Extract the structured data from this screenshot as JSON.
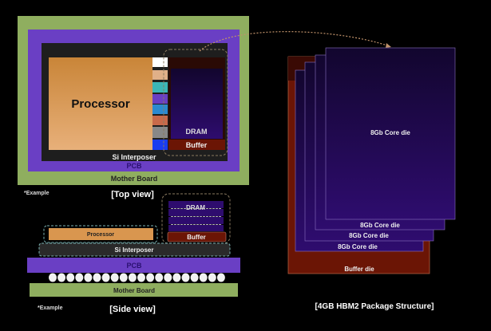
{
  "top_view": {
    "processor": "Processor",
    "dram": "DRAM",
    "buffer": "Buffer",
    "interposer": "Si Interposer",
    "pcb": "PCB",
    "motherboard": "Mother Board",
    "note": "*Example",
    "caption": "[Top view]"
  },
  "side_view": {
    "processor": "Processor",
    "dram": "DRAM",
    "buffer": "Buffer",
    "interposer": "Si Interposer",
    "pcb": "PCB",
    "motherboard": "Mother Board",
    "note": "*Example",
    "caption": "[Side view]"
  },
  "package": {
    "core_dies": [
      "8Gb Core die",
      "8Gb Core die",
      "8Gb Core die",
      "8Gb Core die"
    ],
    "buffer_die": "Buffer die",
    "caption": "[4GB HBM2 Package Structure]"
  },
  "colors": {
    "green": "#8fae5f",
    "purple": "#6a3fc4",
    "processor": "#d9964f",
    "dram": "#1d0a4a",
    "buffer": "#6b1505"
  }
}
